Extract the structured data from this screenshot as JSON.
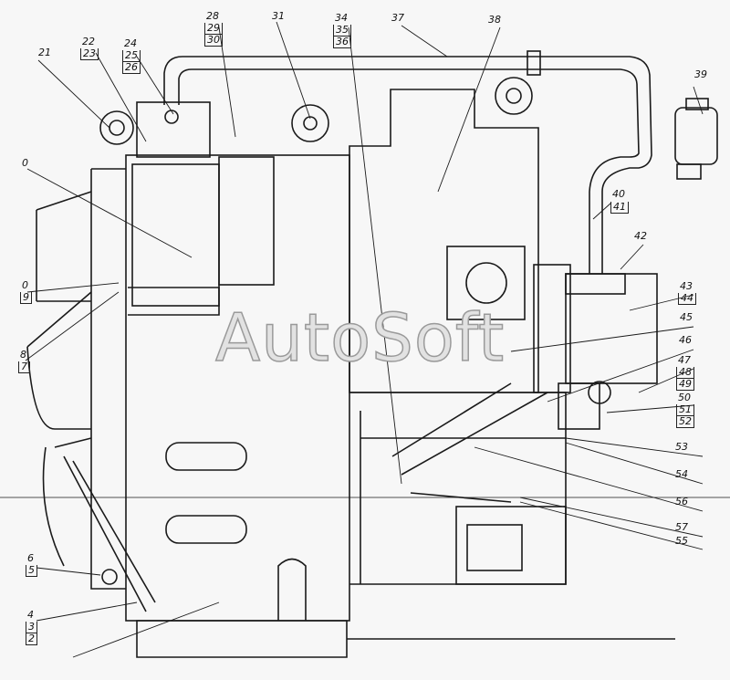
{
  "watermark": "AutoSoft",
  "callouts": {
    "c21": "21",
    "c22": "22",
    "c23": "23",
    "c24": "24",
    "c25": "25",
    "c26": "26",
    "c28": "28",
    "c29": "29",
    "c30": "30",
    "c31": "31",
    "c34": "34",
    "c35": "35",
    "c36": "36",
    "c37": "37",
    "c38": "38",
    "c39": "39",
    "c40": "40",
    "c41": "41",
    "c42": "42",
    "c43": "43",
    "c44": "44",
    "c45": "45",
    "c46": "46",
    "c47": "47",
    "c48": "48",
    "c49": "49",
    "c50": "50",
    "c51": "51",
    "c52": "52",
    "c53": "53",
    "c54": "54",
    "c56": "56",
    "c57": "57",
    "c55": "55",
    "c20cut": "0",
    "c10cut": "0",
    "c9cut": "9",
    "c8cut": "8",
    "c7cut": "7",
    "c6": "6",
    "c5": "5",
    "c4": "4",
    "c3": "3",
    "c2": "2"
  }
}
